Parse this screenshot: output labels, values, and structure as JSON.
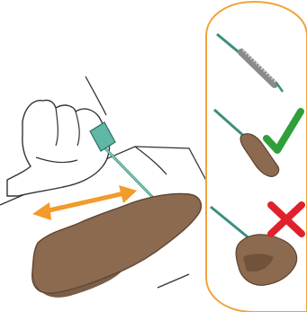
{
  "illustration": {
    "subject": "swab-sampling-technique",
    "main_scene": {
      "tool": "swab-stick",
      "motion": "back-and-forth",
      "target": "tissue-sample"
    },
    "comparison_panel": {
      "steps": [
        {
          "name": "swab-tip",
          "result": "neutral"
        },
        {
          "name": "swab-with-small-sample",
          "result": "correct"
        },
        {
          "name": "swab-with-large-sample",
          "result": "incorrect"
        }
      ]
    },
    "colors": {
      "outline": "#333333",
      "tool_teal": "#5fb7a6",
      "tool_teal_dark": "#3d8f80",
      "sample_brown": "#8b6a4f",
      "sample_brown_dark": "#5f4331",
      "sample_shadow": "#6a4c36",
      "motion_arrow": "#f29b2a",
      "panel_border": "#f2a33b",
      "check_green": "#2f9f3a",
      "cross_red": "#e0212b",
      "hand_fill": "#ffffff"
    }
  }
}
